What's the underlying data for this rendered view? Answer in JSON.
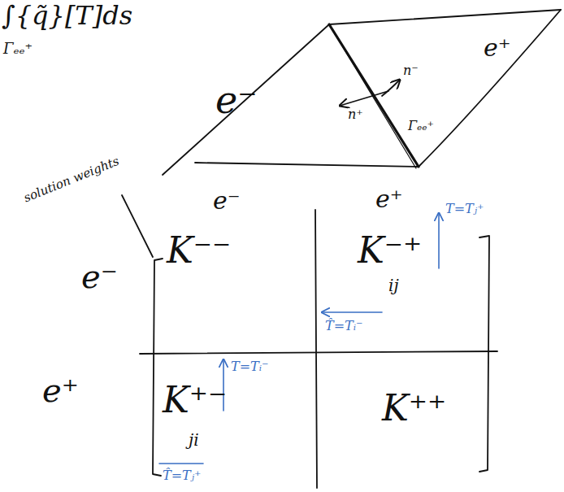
{
  "diagram": {
    "labels": [
      "∫{q̃}[T]ds",
      "Γₑₑ⁺",
      "e⁻",
      "e⁺",
      "n⁻",
      "n⁺",
      "Γₑₑ⁺",
      "solution weights",
      "e⁻",
      "e⁺",
      "e⁻",
      "e⁺",
      "K⁻⁻",
      "K⁻⁺",
      "ij",
      "K⁺⁻",
      "ji",
      "K⁺⁺",
      "T=Tⱼ⁺",
      "T̂=Tᵢ⁻",
      "T=Tᵢ⁻",
      "T̂=Tⱼ⁺"
    ]
  }
}
